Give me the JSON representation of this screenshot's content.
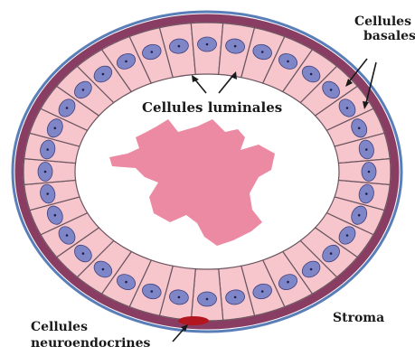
{
  "labels": {
    "basal_line1": "Cellules",
    "basal_line2": "basales",
    "luminal": "Cellules luminales",
    "stroma": "Stroma",
    "neuro_line1": "Cellules",
    "neuro_line2": "neuroendocrines"
  },
  "colors": {
    "cell_fill": "#f6c6cc",
    "cell_stroke": "#6b5560",
    "nucleus_fill": "#7f86c8",
    "nucleus_stroke": "#3e3f7a",
    "basal_layer": "#8a3d63",
    "outer_membrane": "#5a7fb8",
    "lumen_mass": "#ec8aa3",
    "neuro_cell": "#b3161e",
    "arrow": "#1a1a1a"
  },
  "diagram": {
    "luminal_cell_count": 36
  }
}
